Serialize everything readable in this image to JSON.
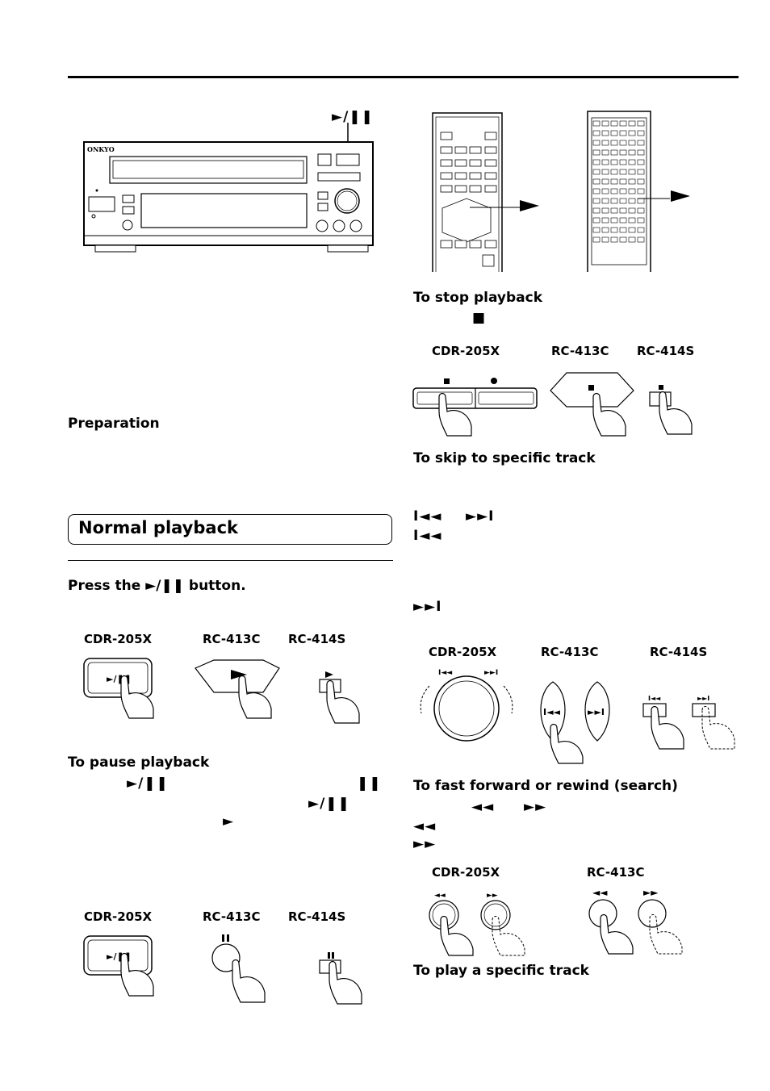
{
  "front_panel": {
    "brand": "ONKYO",
    "play_pause_symbol": "►/❚❚"
  },
  "remote_callout_symbol": "►",
  "preparation": {
    "heading": "Preparation"
  },
  "normal_playback": {
    "title": "Normal playback",
    "step_heading": "Press the ►/❚❚ button.",
    "labels": [
      "CDR-205X",
      "RC-413C",
      "RC-414S"
    ]
  },
  "pause": {
    "heading": "To pause playback",
    "sym_play_pause_1": "►/❚❚",
    "sym_pause": "❚❚",
    "sym_play_pause_2": "►/❚❚",
    "sym_play": "►",
    "labels": [
      "CDR-205X",
      "RC-413C",
      "RC-414S"
    ]
  },
  "stop": {
    "heading": "To stop playback",
    "sym_stop": "■",
    "labels": [
      "CDR-205X",
      "RC-413C",
      "RC-414S"
    ]
  },
  "skip": {
    "heading": "To skip to specific track",
    "sym_prev_1": "I◄◄",
    "sym_next_1": "►►I",
    "sym_prev_2": "I◄◄",
    "sym_next_2": "►►I",
    "labels": [
      "CDR-205X",
      "RC-413C",
      "RC-414S"
    ]
  },
  "search": {
    "heading": "To fast forward or rewind (search)",
    "sym_rew_1": "◄◄",
    "sym_ff_1": "►►",
    "sym_rew_2": "◄◄",
    "sym_ff_2": "►►",
    "labels": [
      "CDR-205X",
      "RC-413C"
    ]
  },
  "play_track": {
    "heading": "To play a specific track"
  }
}
